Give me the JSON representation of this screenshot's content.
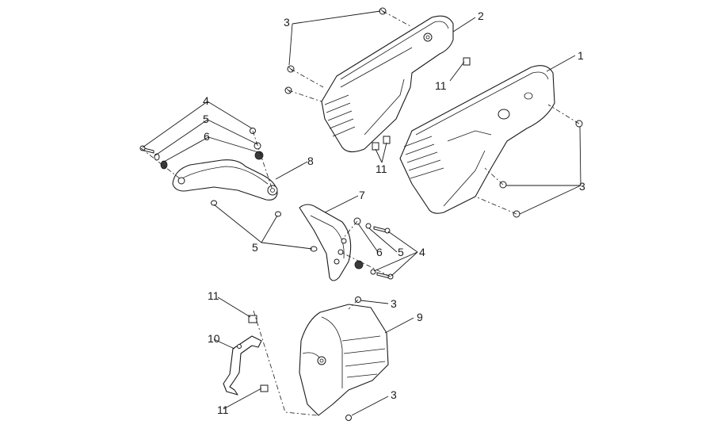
{
  "callouts": {
    "c1": "1",
    "c2": "2",
    "c3_top": "3",
    "c3_right": "3",
    "c3_heat_top": "3",
    "c3_heat_bottom": "3",
    "c4_left": "4",
    "c4_mid": "4",
    "c5_left": "5",
    "c5_low": "5",
    "c5_mid": "5",
    "c6_left": "6",
    "c6_mid": "6",
    "c7": "7",
    "c8": "8",
    "c9": "9",
    "c10": "10",
    "c11_top": "11",
    "c11_mid": "11",
    "c11_bracket_top": "11",
    "c11_bracket_bottom": "11"
  }
}
